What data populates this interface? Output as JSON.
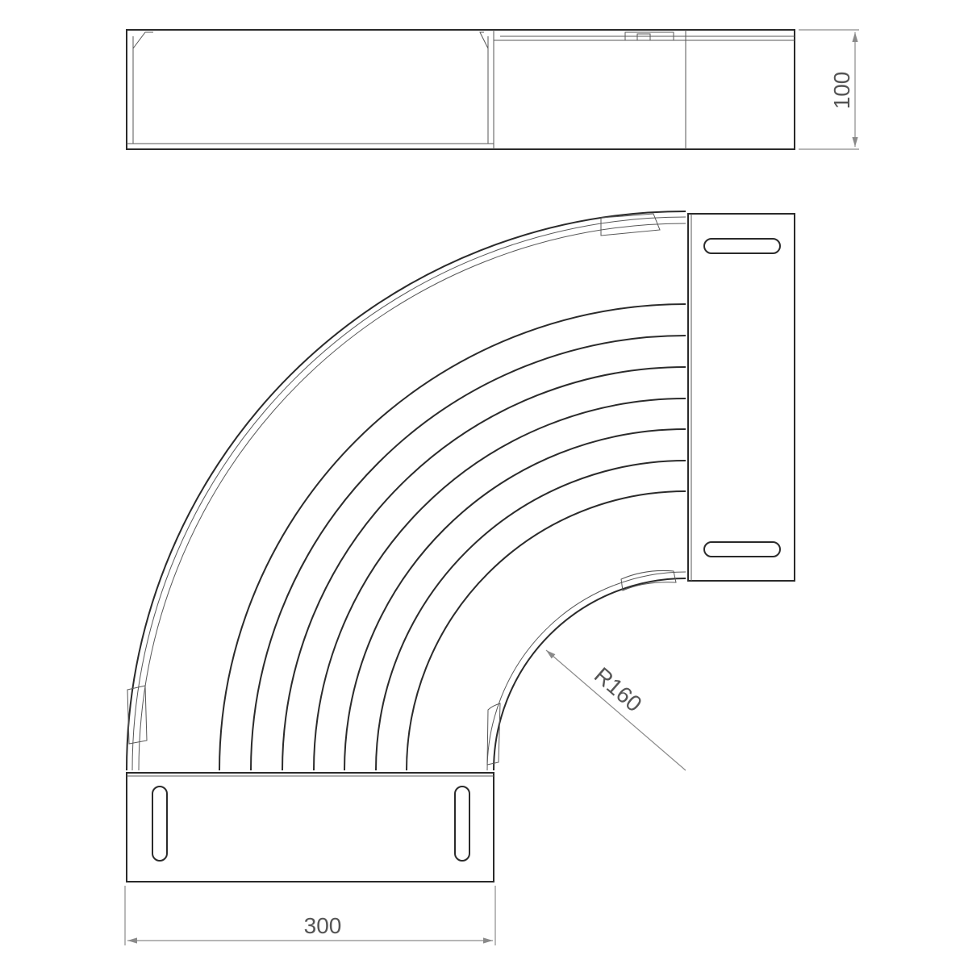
{
  "dimensions": {
    "height_label": "100",
    "width_label": "300",
    "radius_label": "R160"
  },
  "colors": {
    "line": "#2a2a2a",
    "dimension": "#8a8a8a",
    "text": "#555555",
    "background": "#ffffff"
  }
}
